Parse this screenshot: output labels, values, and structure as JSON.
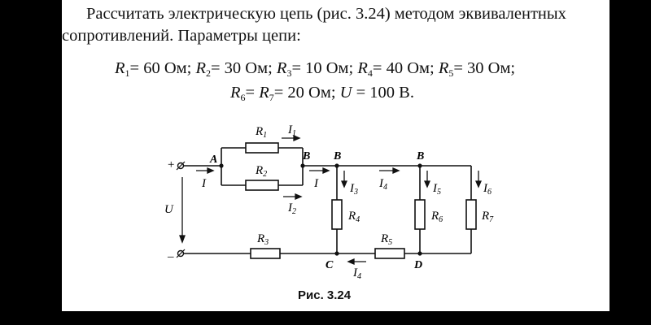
{
  "task": {
    "line1": "Рассчитать электрическую цепь (рис. 3.24) методом эквивалентных",
    "line2": "сопротивлений. Параметры цепи:"
  },
  "params": [
    {
      "sym": "R",
      "sub": "1",
      "val": "= 60 Ом;"
    },
    {
      "sym": "R",
      "sub": "2",
      "val": "= 30 Ом;"
    },
    {
      "sym": "R",
      "sub": "3",
      "val": "= 10 Ом;"
    },
    {
      "sym": "R",
      "sub": "4",
      "val": "= 40 Ом;"
    },
    {
      "sym": "R",
      "sub": "5",
      "val": "= 30 Ом;"
    },
    {
      "sym": "R",
      "sub": "6",
      "val": "= "
    },
    {
      "sym": "R",
      "sub": "7",
      "val": "= 20 Ом;"
    },
    {
      "sym": "U",
      "sub": "",
      "val": " = 100 В."
    }
  ],
  "circuit": {
    "nodes": {
      "A": "A",
      "B1": "B",
      "B2": "B",
      "B3": "B",
      "C": "C",
      "D": "D"
    },
    "terminals": {
      "plus": "+",
      "minus": "–"
    },
    "resistors": {
      "r1": "R",
      "r2": "R",
      "r3": "R",
      "r4": "R",
      "r5": "R",
      "r6": "R",
      "r7": "R"
    },
    "resistor_subs": {
      "r1": "1",
      "r2": "2",
      "r3": "3",
      "r4": "4",
      "r5": "5",
      "r6": "6",
      "r7": "7"
    },
    "currents": {
      "i": "I",
      "i_b": "I",
      "i1": "I",
      "i2": "I",
      "i3": "I",
      "i4_top": "I",
      "i4_bot": "I",
      "i5": "I",
      "i6": "I"
    },
    "current_subs": {
      "i1": "1",
      "i2": "2",
      "i3": "3",
      "i4_top": "4",
      "i4_bot": "4",
      "i5": "5",
      "i6": "6"
    },
    "voltage": "U"
  },
  "caption": "Рис. 3.24"
}
